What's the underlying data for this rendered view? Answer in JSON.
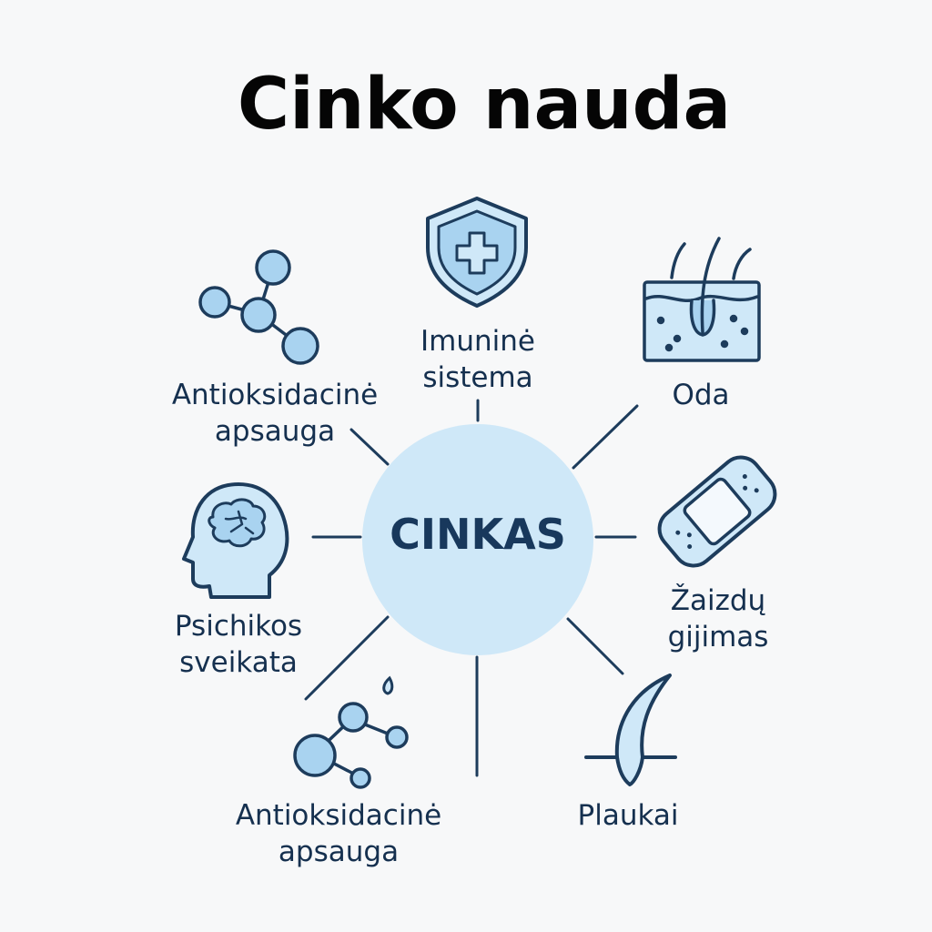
{
  "title": "Cinko nauda",
  "center": {
    "label": "CINKAS"
  },
  "colors": {
    "stroke": "#1d3c5c",
    "fill_light": "#cfe8f8",
    "fill_mid": "#a9d3f0",
    "hub": "#cfe8f8"
  },
  "benefits": [
    {
      "id": "immune",
      "icon": "shield-cross-icon",
      "line1": "Imuninė",
      "line2": "sistema"
    },
    {
      "id": "skin",
      "icon": "skin-hair-follicle-icon",
      "line1": "Oda",
      "line2": ""
    },
    {
      "id": "wound",
      "icon": "bandage-icon",
      "line1": "Žaizdų",
      "line2": "gijimas"
    },
    {
      "id": "hair",
      "icon": "hair-strand-icon",
      "line1": "Plaukai",
      "line2": ""
    },
    {
      "id": "antioxidant-bottom",
      "icon": "molecule-icon",
      "line1": "Antioksidacinė",
      "line2": "apsauga"
    },
    {
      "id": "mental",
      "icon": "head-brain-icon",
      "line1": "Psichikos",
      "line2": "sveikata"
    },
    {
      "id": "antioxidant-top",
      "icon": "molecule-icon",
      "line1": "Antioksidacinė",
      "line2": "apsauga"
    }
  ]
}
